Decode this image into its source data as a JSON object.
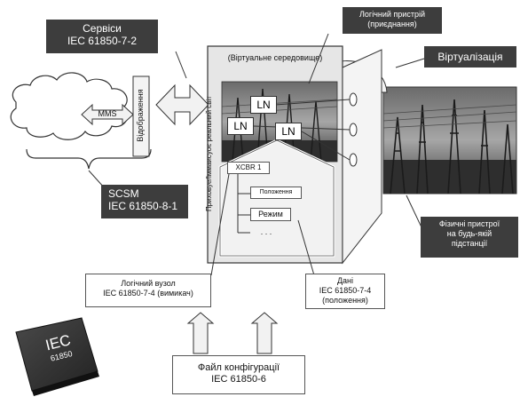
{
  "labels": {
    "services": [
      "Сервіси",
      "IEC 61850-7-2"
    ],
    "virtual_env": "(Віртуальне середовище)",
    "logical_device": [
      "Логічний пристрій",
      "(приєднання)"
    ],
    "virtualization": "Віртуалізація",
    "mms": "MMS",
    "mapping": "Відображення",
    "hidden_world": "Приховуе/Іммаисуоє реальний світ",
    "scsm": [
      "SCSM",
      "IEC 61850-8-1"
    ],
    "ln": "LN",
    "xcbr": "XCBR 1",
    "position": "Положення",
    "mode": "Режим",
    "dots": ". . .",
    "physical_devices": [
      "Фізичні пристрої",
      "на будь-якій",
      "підстанції"
    ],
    "logical_node": [
      "Логічний вузол",
      "IEC 61850-7-4 (вимикач)"
    ],
    "data": [
      "Дані",
      "IEC 61850-7-4",
      "(положення)"
    ],
    "config_file": [
      "Файл конфігурації",
      "IEC 61850-6"
    ],
    "iec_chip": [
      "IEC",
      "61850"
    ]
  },
  "colors": {
    "dark_box": "#3d3d3d",
    "panel": "#e6e6e6",
    "arrow_fill": "#f2f2f2",
    "photo_dark": "#2e2e2e",
    "photo_sky": "#8d8d8d"
  }
}
